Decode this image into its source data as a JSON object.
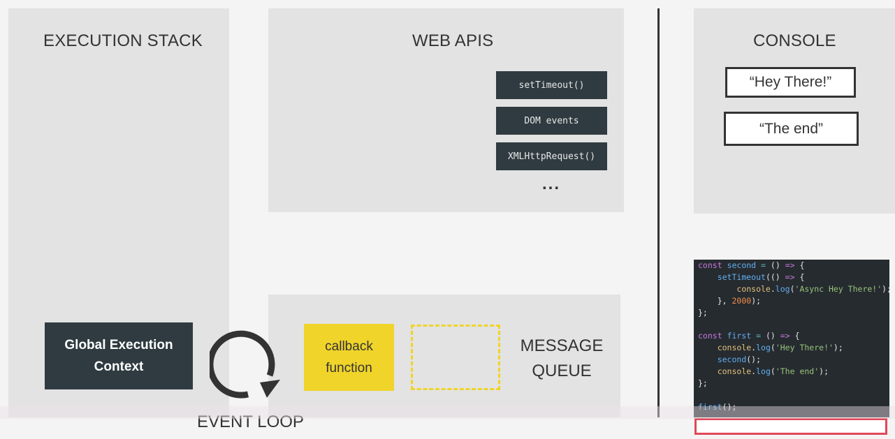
{
  "execution_stack": {
    "title": "EXECUTION STACK",
    "context_label": "Global Execution Context"
  },
  "web_apis": {
    "title": "WEB APIS",
    "items": [
      "setTimeout()",
      "DOM events",
      "XMLHttpRequest()"
    ],
    "more": "..."
  },
  "console": {
    "title": "CONSOLE",
    "outputs": [
      "“Hey There!”",
      "“The end”"
    ]
  },
  "message_queue": {
    "title_line1": "MESSAGE",
    "title_line2": "QUEUE",
    "callback_line1": "callback",
    "callback_line2": "function"
  },
  "event_loop": {
    "label": "EVENT LOOP",
    "icon": "circular-arrow-icon"
  },
  "code_lines": [
    "const second = () => {",
    "    setTimeout(() => {",
    "        console.log('Async Hey There!');",
    "    }, 2000);",
    "};",
    "",
    "const first = () => {",
    "    console.log('Hey There!');",
    "    second();",
    "    console.log('The end');",
    "};",
    "",
    "first();"
  ],
  "colors": {
    "panel": "#e3e3e3",
    "dark_box": "#2f3b40",
    "callback_yellow": "#f0d42a",
    "highlight_red": "#e0485a",
    "code_bg": "#262b30"
  }
}
